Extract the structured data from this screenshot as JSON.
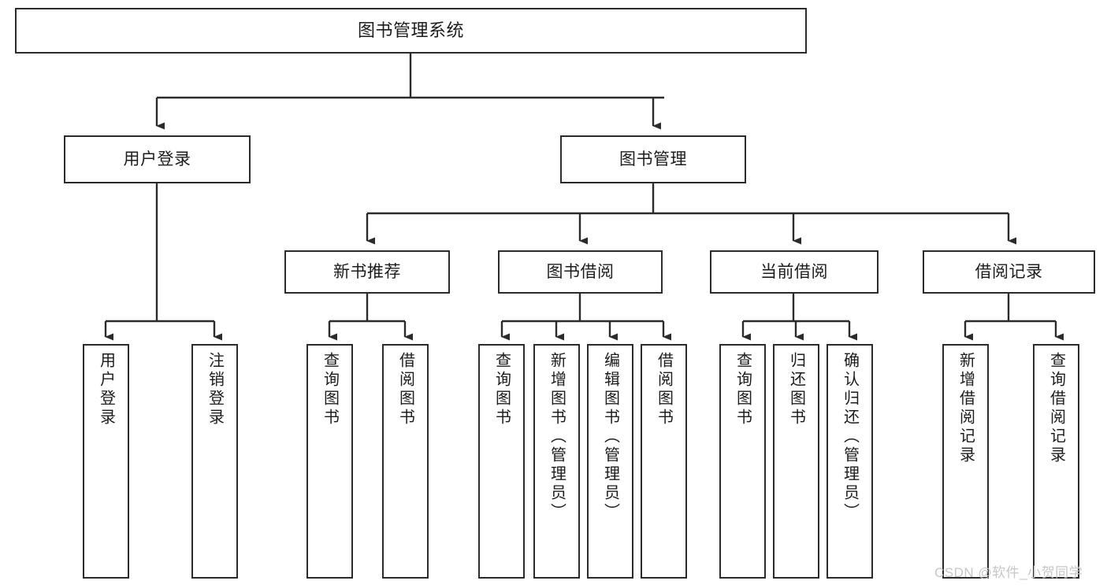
{
  "diagram": {
    "title": "图书管理系统",
    "type": "tree-hierarchy",
    "watermark": "CSDN @软件_小贺同学",
    "colors": {
      "background": "#ffffff",
      "box_border": "#2b2b2b",
      "box_fill": "#ffffff",
      "text": "#1c1c1c",
      "edge": "#2b2b2b",
      "watermark": "#c6c6c6"
    },
    "levels": {
      "root": {
        "id": "root",
        "label": "图书管理系统"
      },
      "level2": [
        {
          "id": "user-login",
          "label": "用户登录"
        },
        {
          "id": "book-management",
          "label": "图书管理"
        }
      ],
      "level3": [
        {
          "id": "new-book-recommend",
          "label": "新书推荐",
          "parent": "book-management"
        },
        {
          "id": "book-borrow",
          "label": "图书借阅",
          "parent": "book-management"
        },
        {
          "id": "current-borrow",
          "label": "当前借阅",
          "parent": "book-management"
        },
        {
          "id": "borrow-records",
          "label": "借阅记录",
          "parent": "book-management"
        }
      ],
      "level4": [
        {
          "id": "leaf-user-login",
          "label": "用户登录",
          "parent": "user-login"
        },
        {
          "id": "leaf-logout",
          "label": "注销登录",
          "parent": "user-login"
        },
        {
          "id": "leaf-query-book-recommend",
          "label": "查询图书",
          "parent": "new-book-recommend"
        },
        {
          "id": "leaf-borrow-book-recommend",
          "label": "借阅图书",
          "parent": "new-book-recommend"
        },
        {
          "id": "leaf-query-book-borrow",
          "label": "查询图书",
          "parent": "book-borrow"
        },
        {
          "id": "leaf-add-book",
          "label": "新增图书（管理员）",
          "parent": "book-borrow"
        },
        {
          "id": "leaf-edit-book",
          "label": "编辑图书（管理员）",
          "parent": "book-borrow"
        },
        {
          "id": "leaf-borrow-book",
          "label": "借阅图书",
          "parent": "book-borrow"
        },
        {
          "id": "leaf-query-book-current",
          "label": "查询图书",
          "parent": "current-borrow"
        },
        {
          "id": "leaf-return-book",
          "label": "归还图书",
          "parent": "current-borrow"
        },
        {
          "id": "leaf-confirm-return",
          "label": "确认归还（管理员）",
          "parent": "current-borrow"
        },
        {
          "id": "leaf-add-record",
          "label": "新增借阅记录",
          "parent": "borrow-records"
        },
        {
          "id": "leaf-query-record",
          "label": "查询借阅记录",
          "parent": "borrow-records"
        }
      ]
    }
  }
}
